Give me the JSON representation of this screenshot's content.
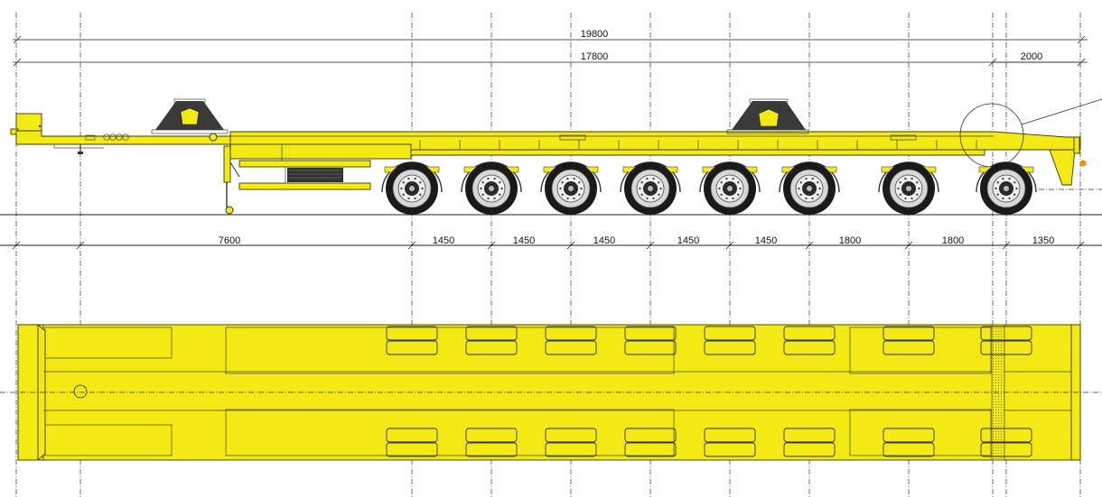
{
  "colors": {
    "frame": "#f2ea12",
    "frame_shade": "#d9cf00",
    "wood": "#b8902a",
    "wood_dark": "#8e6a14",
    "tire": "#1a1a1a",
    "rim": "#d8d8d8",
    "saddle": "#3a3a3a",
    "lamp": "#f28c00"
  },
  "dimensions": {
    "overall_length": "19800",
    "frame_length": "17800",
    "front_overhang": "2000",
    "kingpin_to_axle": "7600",
    "axle_spacings": [
      "1450",
      "1450",
      "1450",
      "1450",
      "1450",
      "1800",
      "1800",
      "1350"
    ]
  },
  "icons": {
    "saddle": "turntable-bolster-icon",
    "wheel": "wheel-icon",
    "support_leg": "landing-gear-icon",
    "lamp": "tail-lamp-icon",
    "kingpin": "kingpin-icon",
    "detail_circle": "detail-callout-icon"
  }
}
